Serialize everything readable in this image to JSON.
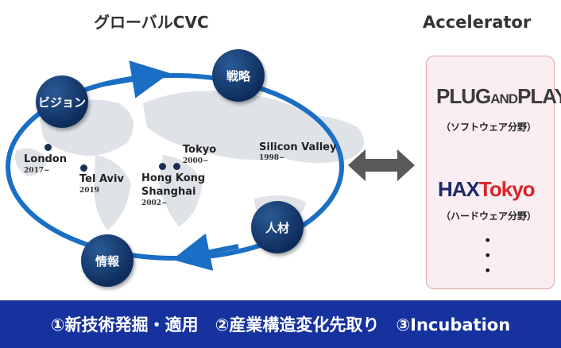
{
  "headings": {
    "global_cvc": "グローバルCVC",
    "accelerator": "Accelerator"
  },
  "cycle_nodes": {
    "vision": "ビジョン",
    "strategy": "戦略",
    "talent": "人材",
    "information": "情報"
  },
  "locations": [
    {
      "city": "London",
      "year": "2017~"
    },
    {
      "city": "Tel Aviv",
      "year": "2019"
    },
    {
      "city": "Hong Kong\nShanghai",
      "year": "2002~"
    },
    {
      "city": "Tokyo",
      "year": "2000~"
    },
    {
      "city": "Silicon Valley",
      "year": "1998~"
    }
  ],
  "accelerators": {
    "plug_and_play": {
      "logo_plug": "PLUG",
      "logo_and": "AND",
      "logo_play": "PLAY",
      "caption": "（ソフトウェア分野）"
    },
    "hax_tokyo": {
      "logo_hax": "HAX",
      "logo_tokyo": "Tokyo",
      "caption": "（ハードウェア分野）"
    },
    "more": "•\n•\n•"
  },
  "banner": {
    "text": "①新技術発掘・適用　②産業構造変化先取り　③Incubation"
  },
  "colors": {
    "node_navy": "#0e2d5c",
    "ring_blue": "#1a6fc4",
    "banner_blue": "#15329e",
    "hax_red": "#d8232a",
    "hax_navy": "#1d2b6b"
  }
}
